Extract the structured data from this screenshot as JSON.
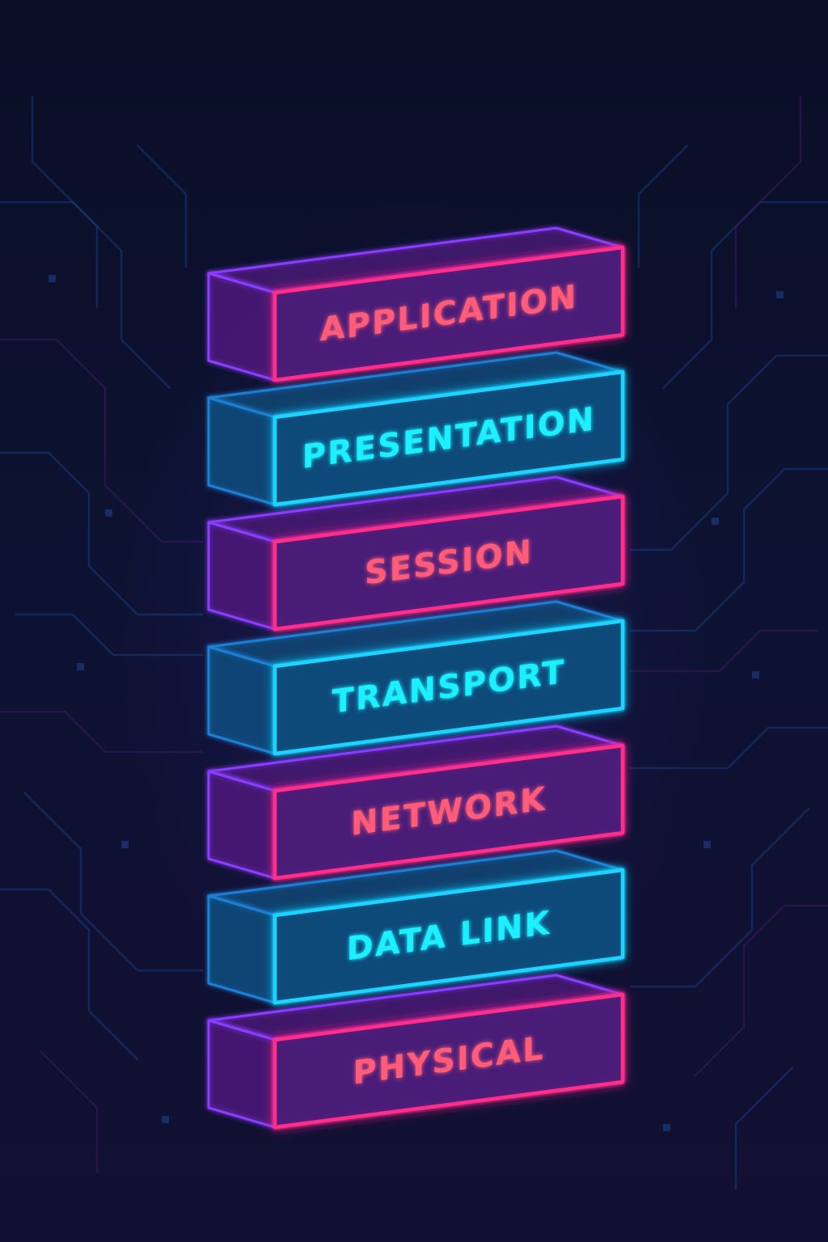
{
  "diagram": {
    "layers": [
      {
        "label": "APPLICATION",
        "theme": "pink"
      },
      {
        "label": "PRESENTATION",
        "theme": "cyan"
      },
      {
        "label": "SESSION",
        "theme": "pink"
      },
      {
        "label": "TRANSPORT",
        "theme": "cyan"
      },
      {
        "label": "NETWORK",
        "theme": "pink"
      },
      {
        "label": "DATA LINK",
        "theme": "cyan"
      },
      {
        "label": "PHYSICAL",
        "theme": "pink"
      }
    ]
  },
  "colors": {
    "background": "#0b0f2a",
    "pink_edge": "#ff2f8a",
    "pink_back_edge": "#8a3cff",
    "pink_text": "#ff5c7a",
    "pink_face": "#4a1a78",
    "cyan_edge": "#1fd4ff",
    "cyan_back_edge": "#1f7fd4",
    "cyan_text": "#1ff0ff",
    "cyan_face": "#0f4a7a",
    "circuit": "#1a3a7a",
    "circuit_warm": "#3a1a5e"
  }
}
